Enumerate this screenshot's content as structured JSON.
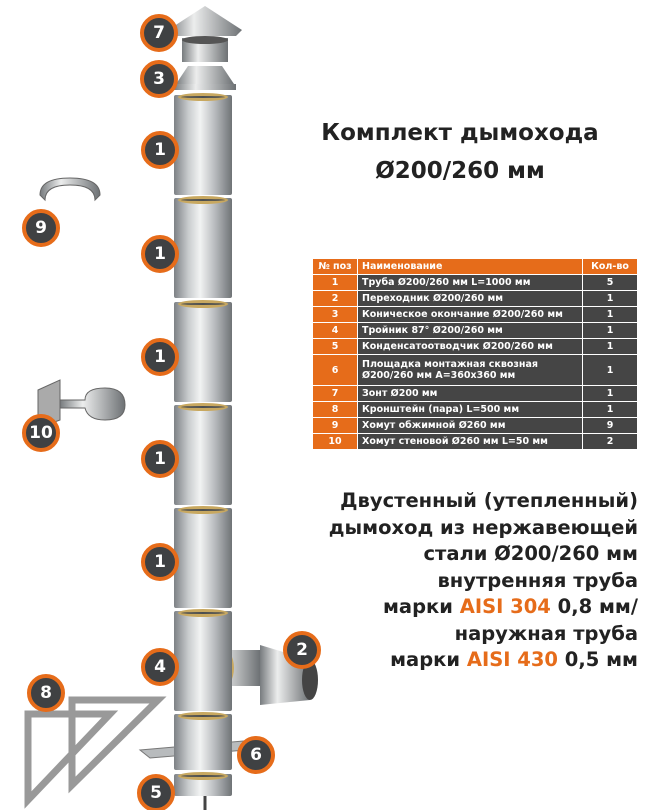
{
  "title": {
    "line1": "Комплект дымохода",
    "line2": "Ø200/260 мм"
  },
  "table": {
    "headers": [
      "№ поз",
      "Наименование",
      "Кол-во"
    ],
    "rows": [
      {
        "n": "1",
        "name": "Труба Ø200/260 мм L=1000 мм",
        "qty": "5"
      },
      {
        "n": "2",
        "name": "Переходник Ø200/260 мм",
        "qty": "1"
      },
      {
        "n": "3",
        "name": "Коническое окончание Ø200/260 мм",
        "qty": "1"
      },
      {
        "n": "4",
        "name": "Тройник 87° Ø200/260 мм",
        "qty": "1"
      },
      {
        "n": "5",
        "name": "Конденсатоотводчик Ø200/260 мм",
        "qty": "1"
      },
      {
        "n": "6",
        "name": "Площадка монтажная сквозная Ø200/260 мм A=360x360 мм",
        "qty": "1"
      },
      {
        "n": "7",
        "name": "Зонт Ø200 мм",
        "qty": "1"
      },
      {
        "n": "8",
        "name": "Кронштейн (пара) L=500 мм",
        "qty": "1"
      },
      {
        "n": "9",
        "name": "Хомут обжимной Ø260 мм",
        "qty": "9"
      },
      {
        "n": "10",
        "name": "Хомут стеновой Ø260 мм L=50 мм",
        "qty": "2"
      }
    ]
  },
  "description": {
    "l1": "Двустенный (утепленный)",
    "l2": "дымоход из нержавеющей",
    "l3": "стали Ø200/260 мм",
    "l4": "внутренняя труба",
    "l5a": "марки ",
    "l5b": "AISI 304",
    "l5c": " 0,8 мм/",
    "l6": "наружная труба",
    "l7a": "марки ",
    "l7b": "AISI 430",
    "l7c": " 0,5 мм"
  },
  "badges": {
    "b7": "7",
    "b3": "3",
    "b1": "1",
    "b9": "9",
    "b10": "10",
    "b2": "2",
    "b4": "4",
    "b8": "8",
    "b6": "6",
    "b5": "5"
  },
  "colors": {
    "accent": "#e66c1a",
    "dark": "#454545"
  }
}
